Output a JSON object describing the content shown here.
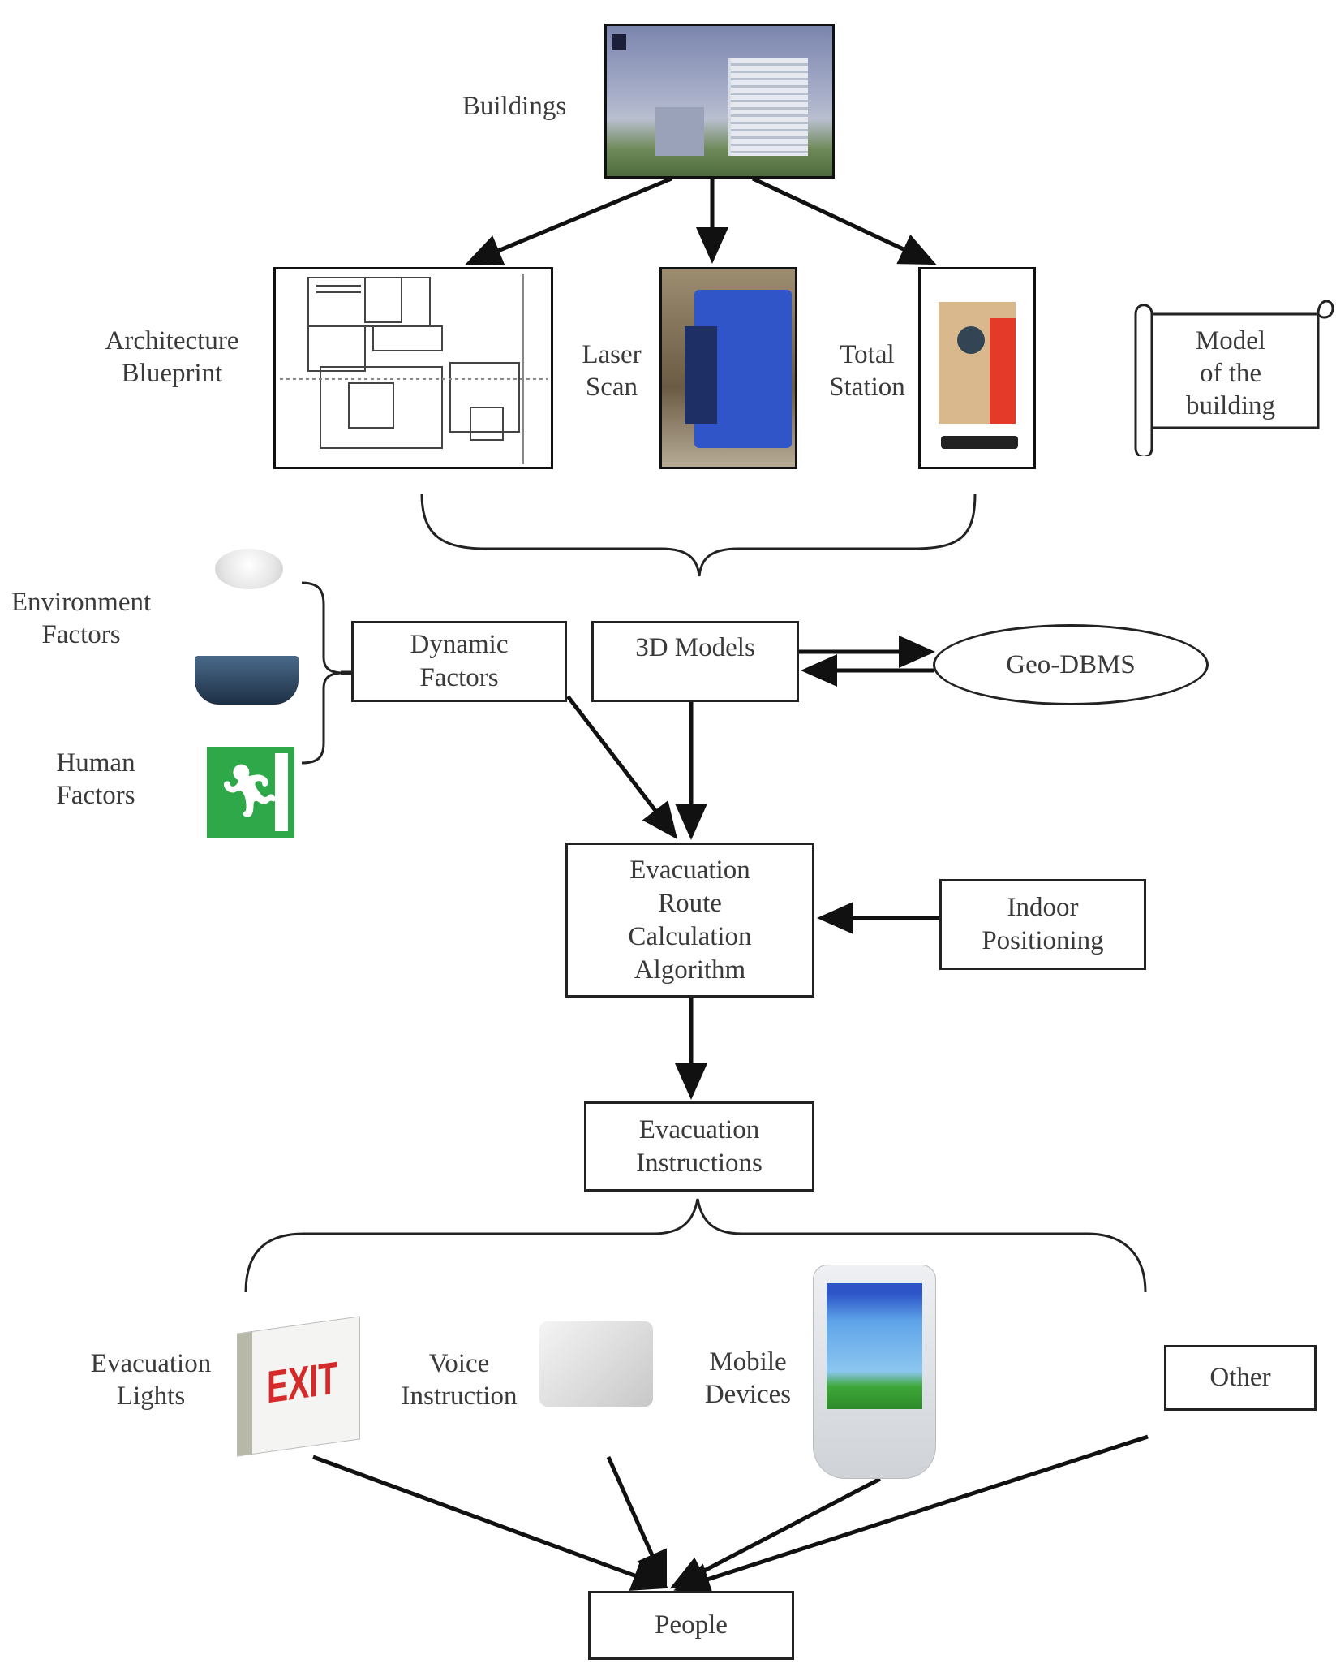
{
  "diagram": {
    "title": "Indoor evacuation system workflow",
    "sources": {
      "buildings_label": "Buildings",
      "blueprint_label": "Architecture\nBlueprint",
      "laser_label": "Laser\nScan",
      "total_station_label": "Total\nStation",
      "model_scroll_label": "Model\nof the\nbuilding"
    },
    "factors": {
      "environment_label": "Environment\nFactors",
      "human_label": "Human\nFactors",
      "dynamic_box": "Dynamic\nFactors"
    },
    "core": {
      "models_box": "3D Models",
      "geodbms": "Geo-DBMS",
      "route_box": "Evacuation\nRoute\nCalculation\nAlgorithm",
      "positioning_box": "Indoor\nPositioning",
      "instructions_box": "Evacuation\nInstructions"
    },
    "outputs": {
      "lights_label": "Evacuation\nLights",
      "exit_sign_text": "EXIT",
      "voice_label": "Voice\nInstruction",
      "mobile_label": "Mobile\nDevices",
      "other_box": "Other",
      "people_box": "People"
    },
    "colors": {
      "line": "#111111",
      "exit_green": "#2fa84a",
      "exit_red": "#d42a2a",
      "scanner_blue": "#2f55c8",
      "station_red": "#e43a2a"
    }
  }
}
